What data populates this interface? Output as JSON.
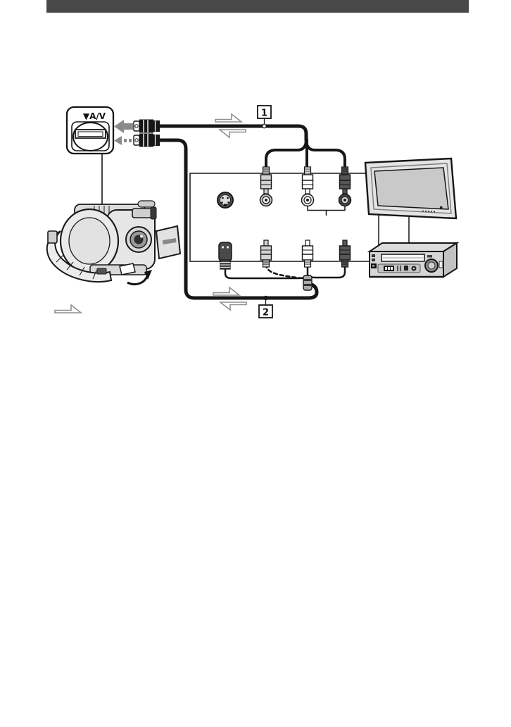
{
  "page": {
    "background": "#ffffff",
    "header_bar_color": "#484848"
  },
  "diagram": {
    "av_jack_label": "▼A/V",
    "cable1_label": "1",
    "cable2_label": "2",
    "icons": {
      "camcorder": "camcorder-illustration",
      "tv": "tv-illustration",
      "vcr": "vcr-illustration",
      "av_jack_symbol": "av-jack-symbol",
      "signal_flow_arrow": "signal-flow-arrow",
      "open_cover_arrow": "open-jack-cover-arrow",
      "s_video_jack": "s-video-jack",
      "video_jack": "video-jack-yellow",
      "audio_left_jack": "audio-jack-white",
      "audio_right_jack": "audio-jack-red",
      "s_video_plug": "s-video-plug",
      "rca_plugs": [
        "rca-plug-yellow",
        "rca-plug-white",
        "rca-plug-red"
      ],
      "av_remote_plug": "av-remote-plug"
    },
    "colors": {
      "cable_black": "#161616",
      "plug_yellow_gray": "#d2d2d2",
      "plug_white": "#ffffff",
      "plug_red_dark": "#565656",
      "arrow_gray": "#8f8f8f",
      "tv_screen_gray": "#c9c9c9",
      "device_body_gray": "#dcdcdc"
    }
  }
}
